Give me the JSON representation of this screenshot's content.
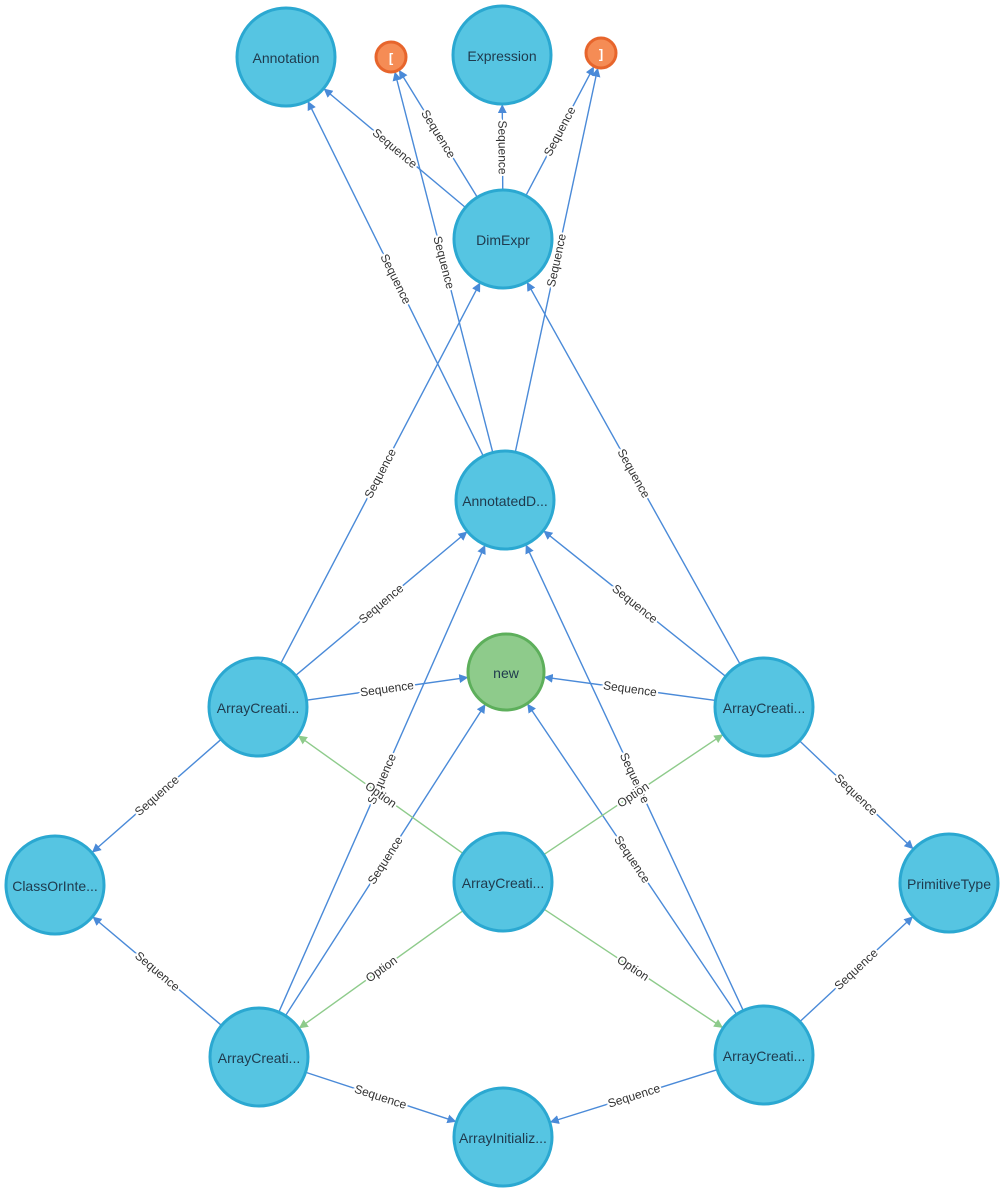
{
  "colors": {
    "nonterminal_fill": "#56c5e2",
    "nonterminal_stroke": "#2ba8d1",
    "terminal_fill": "#f58c55",
    "terminal_stroke": "#e7652c",
    "keyword_fill": "#8ecb8b",
    "keyword_stroke": "#5daf5b",
    "sequence_edge": "#4a8ad8",
    "option_edge": "#8ecb8b",
    "background": "#ffffff"
  },
  "nodes": [
    {
      "id": "annotation",
      "label": "Annotation",
      "kind": "nonterminal"
    },
    {
      "id": "lbracket",
      "label": "[",
      "kind": "terminal"
    },
    {
      "id": "expression",
      "label": "Expression",
      "kind": "nonterminal"
    },
    {
      "id": "rbracket",
      "label": "]",
      "kind": "terminal"
    },
    {
      "id": "dimexpr",
      "label": "DimExpr",
      "kind": "nonterminal"
    },
    {
      "id": "annotatedd",
      "label": "AnnotatedD...",
      "kind": "nonterminal"
    },
    {
      "id": "new",
      "label": "new",
      "kind": "keyword"
    },
    {
      "id": "ac_left",
      "label": "ArrayCreati...",
      "kind": "nonterminal"
    },
    {
      "id": "ac_right",
      "label": "ArrayCreati...",
      "kind": "nonterminal"
    },
    {
      "id": "classorinte",
      "label": "ClassOrInte...",
      "kind": "nonterminal"
    },
    {
      "id": "ac_center",
      "label": "ArrayCreati...",
      "kind": "nonterminal"
    },
    {
      "id": "primitivetype",
      "label": "PrimitiveType",
      "kind": "nonterminal"
    },
    {
      "id": "ac_bottomleft",
      "label": "ArrayCreati...",
      "kind": "nonterminal"
    },
    {
      "id": "ac_bottomright",
      "label": "ArrayCreati...",
      "kind": "nonterminal"
    },
    {
      "id": "arrayinitializ",
      "label": "ArrayInitializ...",
      "kind": "nonterminal"
    }
  ],
  "edges": [
    {
      "from": "dimexpr",
      "to": "annotation",
      "label": "Sequence",
      "type": "sequence"
    },
    {
      "from": "dimexpr",
      "to": "lbracket",
      "label": "Sequence",
      "type": "sequence"
    },
    {
      "from": "dimexpr",
      "to": "expression",
      "label": "Sequence",
      "type": "sequence"
    },
    {
      "from": "dimexpr",
      "to": "rbracket",
      "label": "Sequence",
      "type": "sequence"
    },
    {
      "from": "annotatedd",
      "to": "annotation",
      "label": "Sequence",
      "type": "sequence"
    },
    {
      "from": "annotatedd",
      "to": "lbracket",
      "label": "Sequence",
      "type": "sequence"
    },
    {
      "from": "annotatedd",
      "to": "rbracket",
      "label": "Sequence",
      "type": "sequence"
    },
    {
      "from": "ac_left",
      "to": "dimexpr",
      "label": "Sequence",
      "type": "sequence"
    },
    {
      "from": "ac_right",
      "to": "dimexpr",
      "label": "Sequence",
      "type": "sequence"
    },
    {
      "from": "ac_left",
      "to": "annotatedd",
      "label": "Sequence",
      "type": "sequence"
    },
    {
      "from": "ac_right",
      "to": "annotatedd",
      "label": "Sequence",
      "type": "sequence"
    },
    {
      "from": "ac_left",
      "to": "new",
      "label": "Sequence",
      "type": "sequence"
    },
    {
      "from": "ac_right",
      "to": "new",
      "label": "Sequence",
      "type": "sequence"
    },
    {
      "from": "ac_left",
      "to": "classorinte",
      "label": "Sequence",
      "type": "sequence"
    },
    {
      "from": "ac_right",
      "to": "primitivetype",
      "label": "Sequence",
      "type": "sequence"
    },
    {
      "from": "ac_bottomleft",
      "to": "annotatedd",
      "label": "Sequence",
      "type": "sequence"
    },
    {
      "from": "ac_bottomleft",
      "to": "new",
      "label": "Sequence",
      "type": "sequence"
    },
    {
      "from": "ac_bottomright",
      "to": "annotatedd",
      "label": "Sequence",
      "type": "sequence"
    },
    {
      "from": "ac_bottomright",
      "to": "new",
      "label": "Sequence",
      "type": "sequence"
    },
    {
      "from": "ac_bottomleft",
      "to": "classorinte",
      "label": "Sequence",
      "type": "sequence"
    },
    {
      "from": "ac_bottomright",
      "to": "primitivetype",
      "label": "Sequence",
      "type": "sequence"
    },
    {
      "from": "ac_bottomleft",
      "to": "arrayinitializ",
      "label": "Sequence",
      "type": "sequence"
    },
    {
      "from": "ac_bottomright",
      "to": "arrayinitializ",
      "label": "Sequence",
      "type": "sequence"
    },
    {
      "from": "ac_center",
      "to": "ac_left",
      "label": "Option",
      "type": "option"
    },
    {
      "from": "ac_center",
      "to": "ac_right",
      "label": "Option",
      "type": "option"
    },
    {
      "from": "ac_center",
      "to": "ac_bottomleft",
      "label": "Option",
      "type": "option"
    },
    {
      "from": "ac_center",
      "to": "ac_bottomright",
      "label": "Option",
      "type": "option"
    }
  ]
}
